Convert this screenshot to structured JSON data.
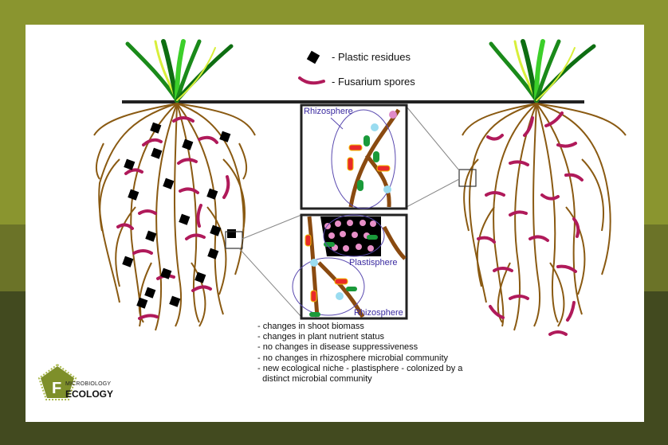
{
  "legend": {
    "items": [
      {
        "symbol": "black-square-icon",
        "label": "- Plastic residues"
      },
      {
        "symbol": "crescent-spore-icon",
        "label": "- Fusarium spores"
      }
    ]
  },
  "inset_top": {
    "label": "Rhizosphere"
  },
  "inset_bottom": {
    "labels": [
      "Plastisphere",
      "Rhizosphere"
    ]
  },
  "effects": [
    "- changes in shoot biomass",
    "- changes in plant nutrient status",
    "- no changes in disease suppressiveness",
    "- no changes in rhizosphere microbial community",
    "- new ecological niche - plastisphere - colonized by a",
    "  distinct microbial community"
  ],
  "logo": {
    "letter": "F",
    "line1": "MICROBIOLOGY",
    "line2": "ECOLOGY"
  },
  "colors": {
    "background_top": "#8a952f",
    "background_mid": "#6b7328",
    "background_bottom": "#424a1f",
    "root": "#8a5a12",
    "spore": "#b01a5a",
    "plastic": "#000000",
    "leaf_dark": "#1a8a1a",
    "leaf_light": "#3ccf2a",
    "leaf_yellow": "#d8ef3a",
    "label": "#3a2aa0",
    "logo_green": "#7e8f2a"
  }
}
